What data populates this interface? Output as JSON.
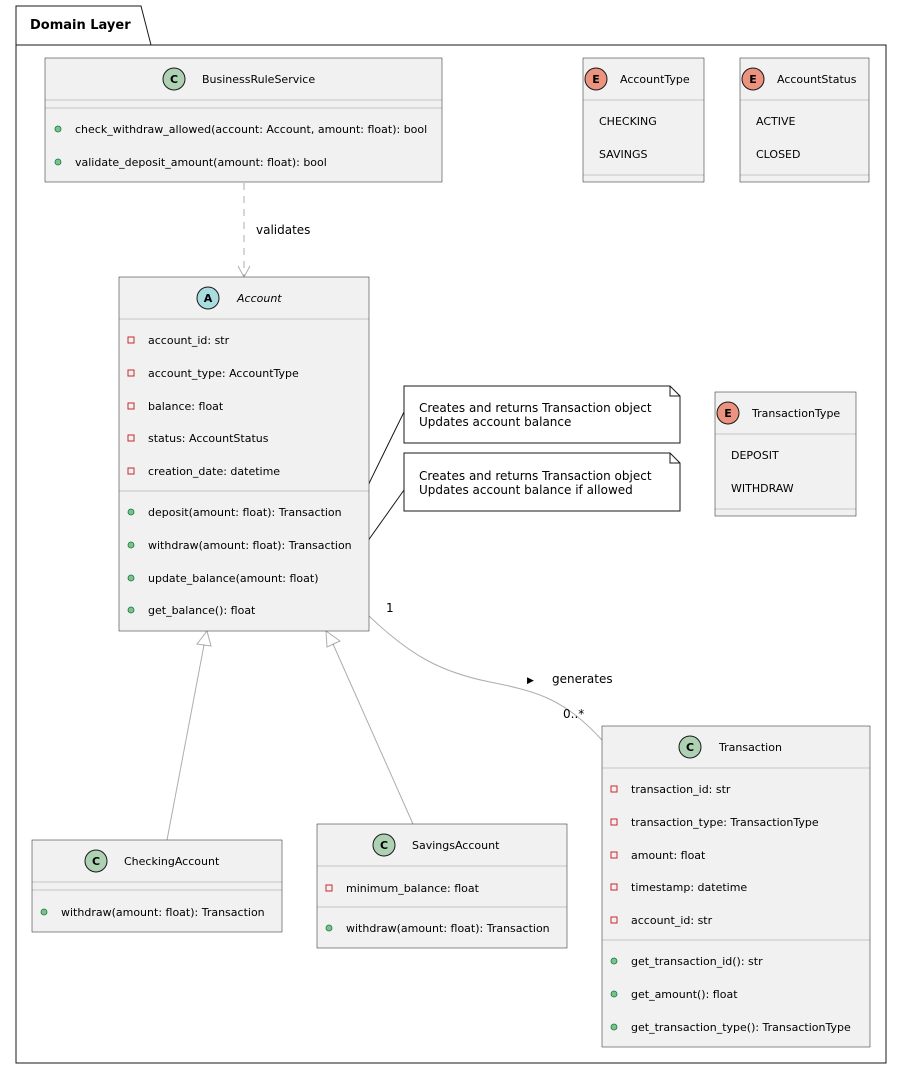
{
  "package": {
    "title": "Domain Layer"
  },
  "classes": {
    "business_rule_service": {
      "stereotype": "C",
      "name": "BusinessRuleService",
      "fields": [],
      "methods": [
        "check_withdraw_allowed(account: Account, amount: float): bool",
        "validate_deposit_amount(amount: float): bool"
      ]
    },
    "account_type": {
      "stereotype": "E",
      "name": "AccountType",
      "values": [
        "CHECKING",
        "SAVINGS"
      ]
    },
    "account_status": {
      "stereotype": "E",
      "name": "AccountStatus",
      "values": [
        "ACTIVE",
        "CLOSED"
      ]
    },
    "transaction_type": {
      "stereotype": "E",
      "name": "TransactionType",
      "values": [
        "DEPOSIT",
        "WITHDRAW"
      ]
    },
    "account": {
      "stereotype": "A",
      "name": "Account",
      "fields": [
        "account_id: str",
        "account_type: AccountType",
        "balance: float",
        "status: AccountStatus",
        "creation_date: datetime"
      ],
      "methods": [
        "deposit(amount: float): Transaction",
        "withdraw(amount: float): Transaction",
        "update_balance(amount: float)",
        "get_balance(): float"
      ]
    },
    "checking_account": {
      "stereotype": "C",
      "name": "CheckingAccount",
      "fields": [],
      "methods": [
        "withdraw(amount: float): Transaction"
      ]
    },
    "savings_account": {
      "stereotype": "C",
      "name": "SavingsAccount",
      "fields": [
        "minimum_balance: float"
      ],
      "methods": [
        "withdraw(amount: float): Transaction"
      ]
    },
    "transaction": {
      "stereotype": "C",
      "name": "Transaction",
      "fields": [
        "transaction_id: str",
        "transaction_type: TransactionType",
        "amount: float",
        "timestamp: datetime",
        "account_id: str"
      ],
      "methods": [
        "get_transaction_id(): str",
        "get_amount(): float",
        "get_transaction_type(): TransactionType"
      ]
    }
  },
  "notes": {
    "deposit": [
      "Creates and returns Transaction object",
      "Updates account balance"
    ],
    "withdraw": [
      "Creates and returns Transaction object",
      "Updates account balance if allowed"
    ]
  },
  "relations": {
    "validates_label": "validates",
    "generates_label": "generates",
    "generates_arrow": "▶",
    "account_multiplicity": "1",
    "transaction_multiplicity": "0..*"
  },
  "colors": {
    "class_fill": "#F1F1F1",
    "border": "#181818",
    "connector": "#A8A8A8",
    "class_badge": "#ADD1B2",
    "abstract_badge": "#A9DCDF",
    "enum_badge": "#EB937F",
    "public_dot": "#84BE84",
    "private_square": "#C82930"
  }
}
